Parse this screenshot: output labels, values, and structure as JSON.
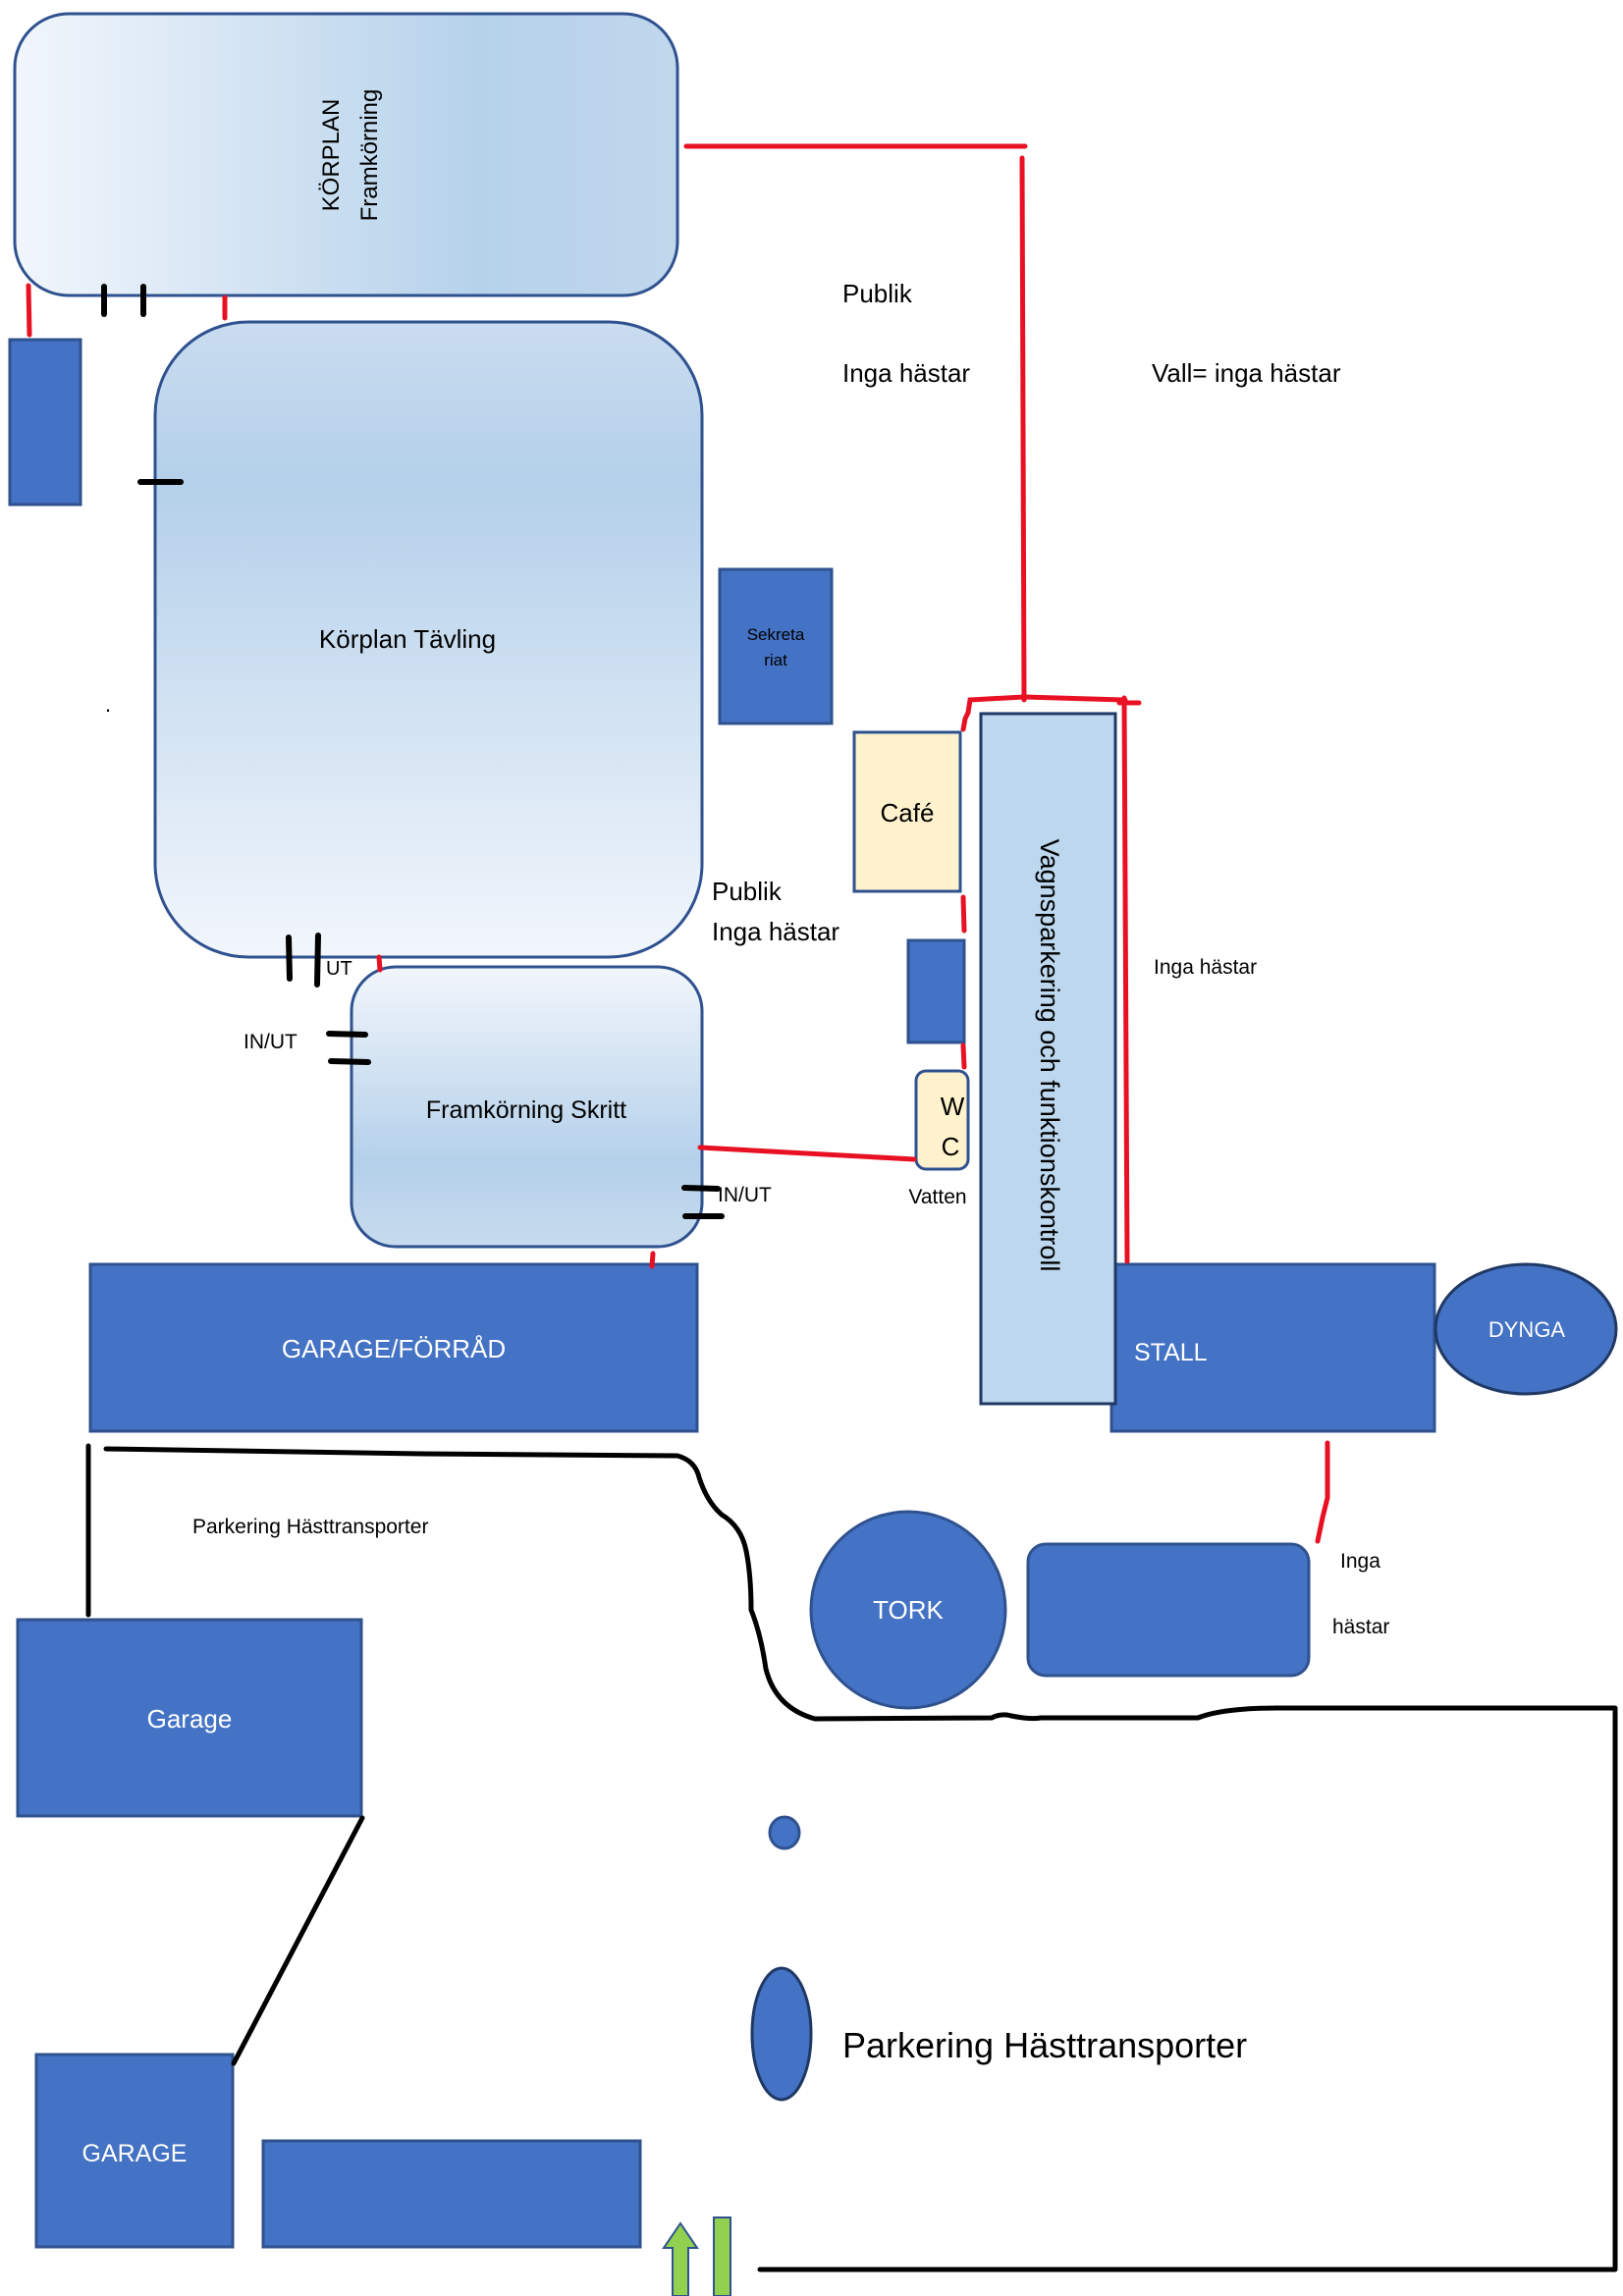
{
  "title": "Site map",
  "colors": {
    "building": "#4472C4",
    "building_border": "#2F528F",
    "arena_light": "#F2F6FC",
    "arena_mid": "#B4D0EA",
    "cafe": "#FFF2CC",
    "red_line": "#E81123",
    "black_line": "#000000",
    "arrow_green": "#92D050"
  },
  "areas": {
    "korplan_framkorning": {
      "line1": "KÖRPLAN",
      "line2": "Framkörning"
    },
    "korplan_tavling": {
      "label": "Körplan Tävling"
    },
    "framkorning_skritt": {
      "label": "Framkörning Skritt"
    },
    "sekretariat": {
      "line1": "Sekreta",
      "line2": "riat"
    },
    "cafe": {
      "label": "Café"
    },
    "wc": {
      "line1": "W",
      "line2": "C"
    },
    "vagnsparkering": {
      "label": "Vagnsparkering och funktionskontroll"
    },
    "garage_forrad": {
      "label": "GARAGE/FÖRRÅD"
    },
    "stall": {
      "label": "STALL"
    },
    "dynga": {
      "label": "DYNGA"
    },
    "tork": {
      "label": "TORK"
    },
    "garage": {
      "label": "Garage"
    },
    "garage_upper": {
      "label": "GARAGE"
    }
  },
  "annotations": {
    "publik_top": "Publik",
    "inga_hastar_top": "Inga hästar",
    "vall": "Vall= inga hästar",
    "publik_mid": "Publik",
    "inga_hastar_mid": "Inga hästar",
    "inga_hastar_right": "Inga hästar",
    "ut": "UT",
    "in_ut_left": "IN/UT",
    "in_ut_right": "IN/UT",
    "vatten": "Vatten",
    "inga": "Inga",
    "hastar": "hästar",
    "parkering_small": "Parkering Hästtransporter",
    "parkering_large": "Parkering Hästtransporter",
    "dot": "."
  }
}
